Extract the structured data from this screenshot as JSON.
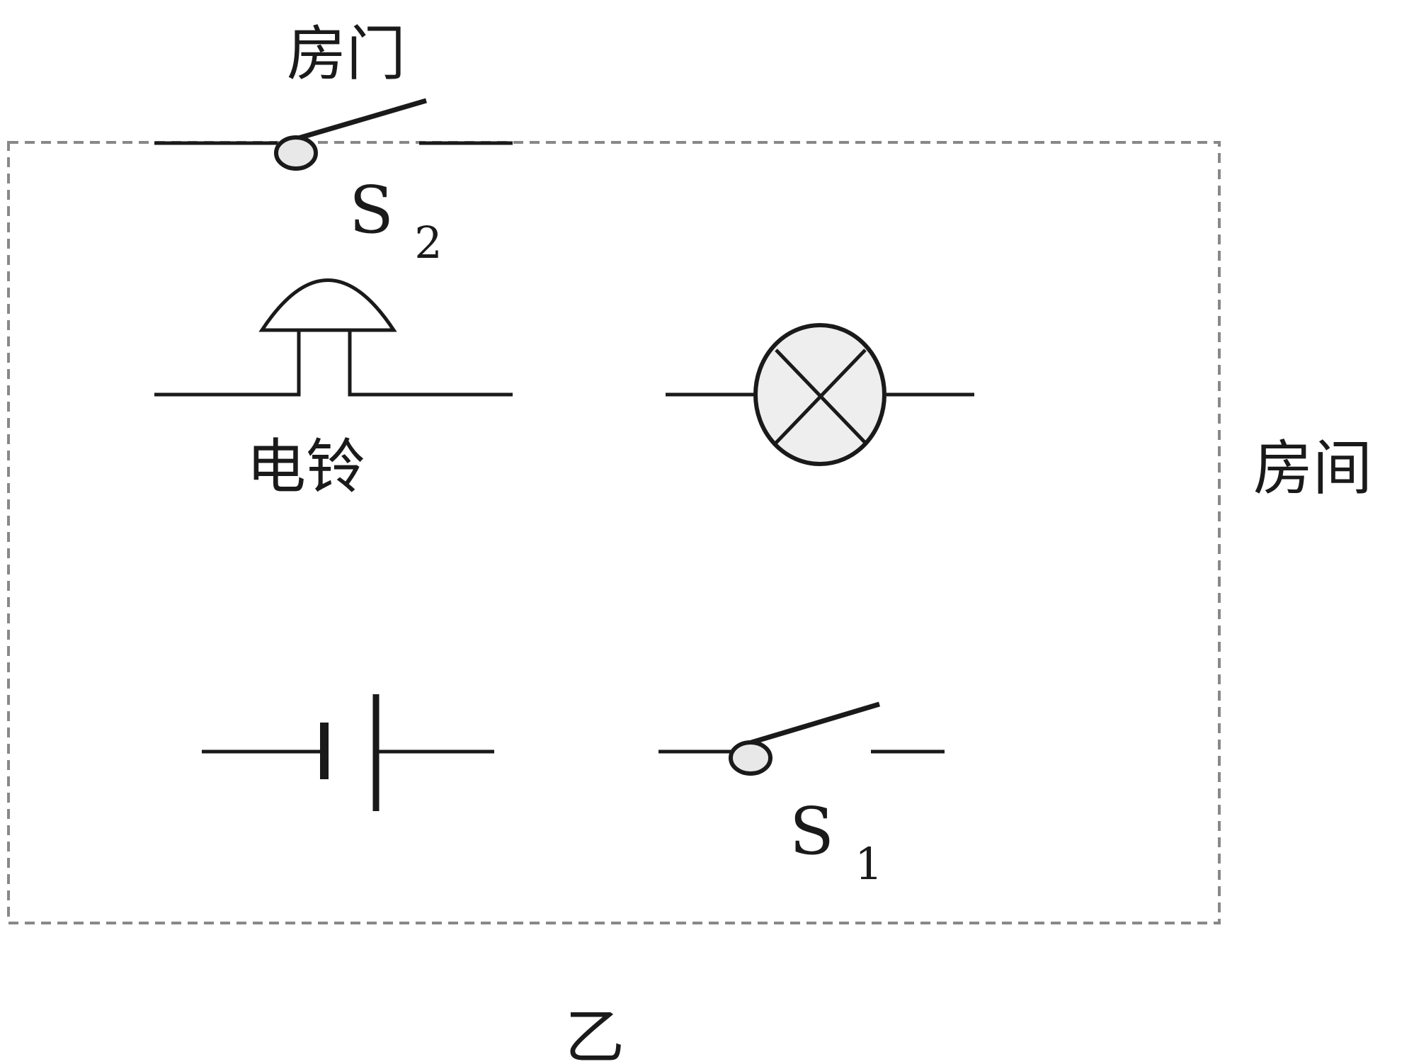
{
  "labels": {
    "door": "房门",
    "room": "房间",
    "bell": "电铃",
    "figure": "乙",
    "switch_top": {
      "letter": "S",
      "sub": "2"
    },
    "switch_bottom": {
      "letter": "S",
      "sub": "1"
    }
  },
  "colors": {
    "wire": "#1a1a1a",
    "dashed_border": "#888888",
    "pivot_fill": "#e8e8e8",
    "lamp_fill": "#eeeeee"
  },
  "components": {
    "door_switch": "switch-s2",
    "bell": "electric-bell",
    "lamp": "lamp",
    "battery": "battery-cell",
    "room_switch": "switch-s1"
  }
}
